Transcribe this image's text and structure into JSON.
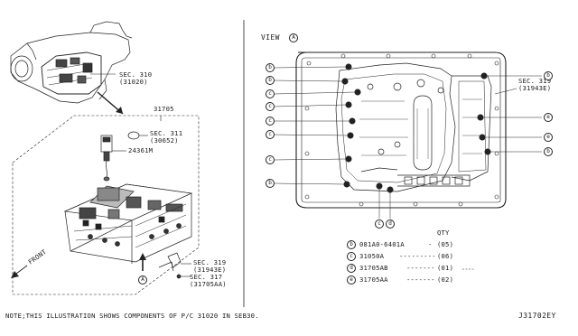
{
  "left": {
    "sec310": {
      "line1": "SEC. 310",
      "line2": "(31020)"
    },
    "part_31705": "31705",
    "sec311": {
      "line1": "SEC. 311",
      "line2": "(30652)"
    },
    "part_24361M": "24361M",
    "sec319": {
      "line1": "SEC. 319",
      "line2": "(31943E)"
    },
    "sec317": {
      "line1": "SEC. 317",
      "line2": "(31705AA)"
    },
    "front_label": "FRONT",
    "view_marker": "A"
  },
  "right": {
    "view_label": "VIEW",
    "view_marker": "A",
    "sec319": {
      "line1": "SEC. 319",
      "line2": "(31943E)"
    },
    "left_callouts": [
      "b",
      "b",
      "c",
      "c",
      "c",
      "c",
      "c",
      "b"
    ],
    "right_callouts": [
      "b",
      "e",
      "e",
      "b"
    ],
    "bottom_callouts": [
      "c",
      "d"
    ]
  },
  "legend": {
    "header": "QTY",
    "rows": [
      {
        "mark": "b",
        "part": "081A0-6401A",
        "qty": "(05)"
      },
      {
        "mark": "c",
        "part": "31050A",
        "qty": "(06)"
      },
      {
        "mark": "d",
        "part": "31705AB",
        "qty": "(01)"
      },
      {
        "mark": "e",
        "part": "31705AA",
        "qty": "(02)"
      }
    ]
  },
  "footer": {
    "note": "NOTE;THIS ILLUSTRATION SHOWS COMPONENTS OF P/C 31020 IN SEB30.",
    "diagram_id": "J31702EY"
  }
}
